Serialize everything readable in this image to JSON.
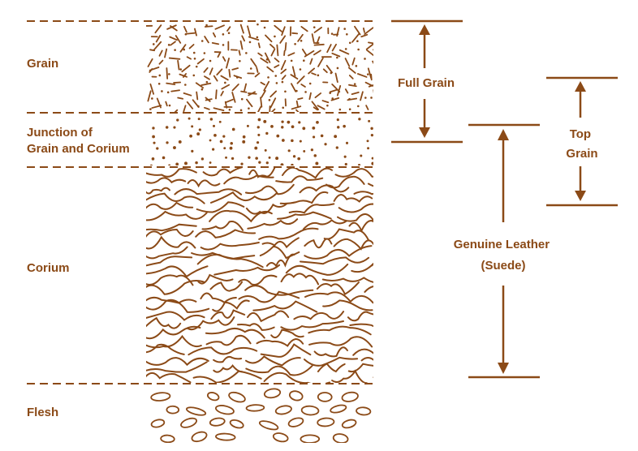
{
  "colors": {
    "ink": "#8b4a17"
  },
  "layers": [
    {
      "id": "grain",
      "label": "Grain",
      "texture": "short-strokes"
    },
    {
      "id": "junction",
      "label_lines": [
        "Junction of",
        "Grain and Corium"
      ],
      "texture": "dots"
    },
    {
      "id": "corium",
      "label": "Corium",
      "texture": "wavy-fibers"
    },
    {
      "id": "flesh",
      "label": "Flesh",
      "texture": "ovals"
    }
  ],
  "brackets": [
    {
      "id": "full-grain",
      "label_lines": [
        "Full Grain"
      ]
    },
    {
      "id": "top-grain",
      "label_lines": [
        "Top",
        "Grain"
      ]
    },
    {
      "id": "genuine-leather",
      "label_lines": [
        "Genuine Leather",
        "(Suede)"
      ]
    }
  ]
}
